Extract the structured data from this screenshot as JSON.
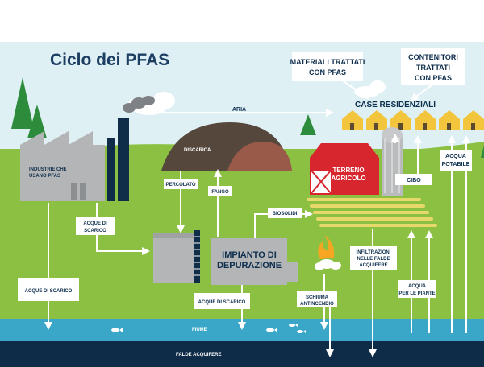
{
  "title": "Ciclo dei PFAS",
  "labels": {
    "materiali": [
      "MATERIALI TRATTATI",
      "CON PFAS"
    ],
    "contenitori": [
      "CONTENITORI",
      "TRATTATI",
      "CON PFAS"
    ],
    "case": "CASE RESIDENZIALI",
    "aria": "ARIA",
    "industrie": [
      "INDUSTRIE CHE",
      "USANO PFAS"
    ],
    "discarica": "DISCARICA",
    "terreno": [
      "TERRENO",
      "AGRICOLO"
    ],
    "cibo": "CIBO",
    "acqua_potabile": [
      "ACQUA",
      "POTABILE"
    ],
    "percolato": "PERCOLATO",
    "fango": "FANGO",
    "biosolidi": "BIOSOLIDI",
    "acque_scarico_1": [
      "ACQUE DI",
      "SCARICO"
    ],
    "impianto": [
      "IMPIANTO DI",
      "DEPURAZIONE"
    ],
    "infiltrazioni": [
      "INFILTRAZIONI",
      "NELLE FALDE",
      "ACQUIFERE"
    ],
    "acqua_piante": [
      "ACQUA",
      "PER LE PIANTE"
    ],
    "acque_scarico_left": "ACQUE DI SCARICO",
    "acque_scarico_mid": "ACQUE DI SCARICO",
    "schiuma": [
      "SCHIUMA",
      "ANTINCENDIO"
    ],
    "fiume": "FIUME",
    "falde": "FALDE ACQUIFERE"
  },
  "colors": {
    "sky": "#dff0f4",
    "grass": "#8cc043",
    "river": "#3aa7c9",
    "aquifer": "#0e2b47",
    "building": "#b3b5b7",
    "barn": "#d8262e",
    "house": "#f2c53d",
    "arrow": "#ffffff"
  }
}
